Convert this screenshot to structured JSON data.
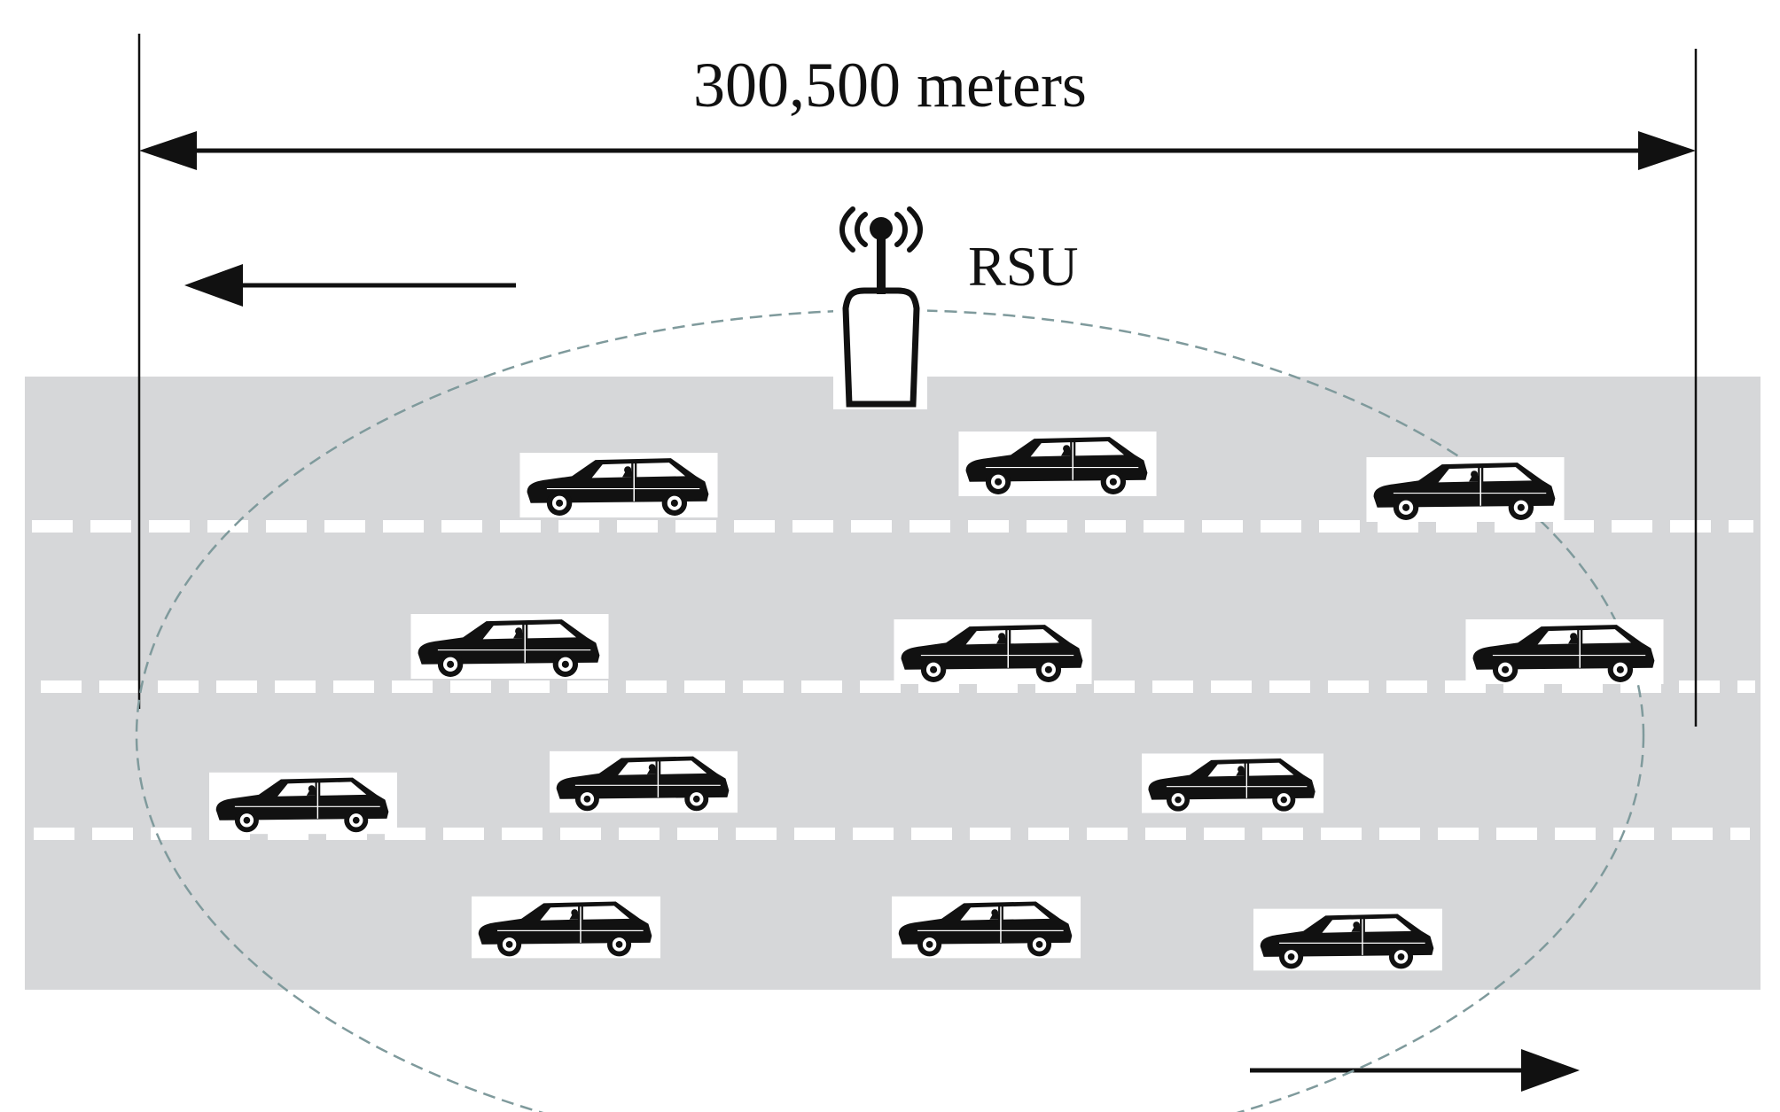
{
  "diagram": {
    "range_label": "300,500 meters",
    "rsu_label": "RSU"
  },
  "colors": {
    "road": "#d6d7d9",
    "lane_marking": "#ffffff",
    "coverage": "#7f9a9c",
    "ink": "#111111"
  },
  "icons": {
    "vehicle": "car-icon",
    "roadside_unit": "antenna-tower-icon",
    "direction": "arrow-icon"
  },
  "vehicles": {
    "lane_1": 3,
    "lane_2": 3,
    "lane_3": 3,
    "lane_4": 3
  }
}
